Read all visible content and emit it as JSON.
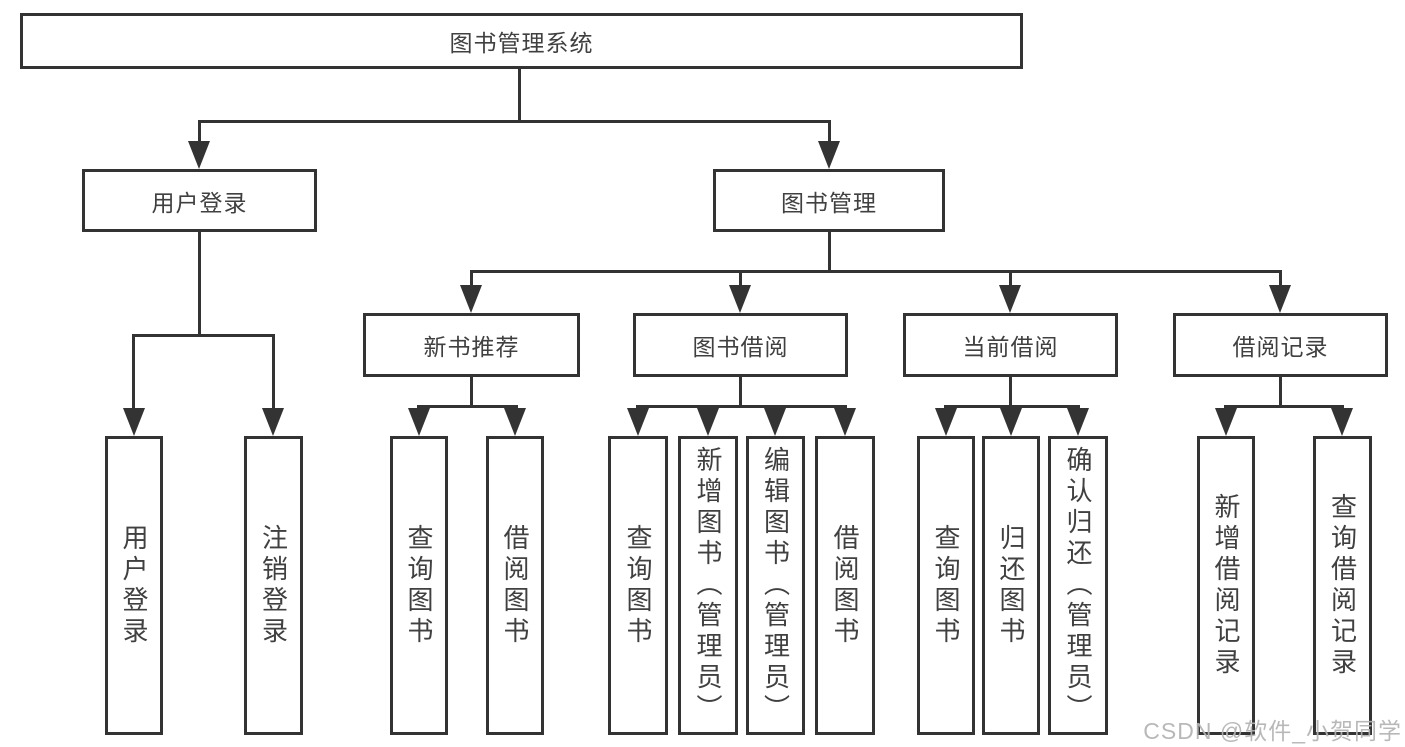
{
  "nodes": {
    "root": "图书管理系统",
    "user_login": "用户登录",
    "book_mgmt": "图书管理",
    "new_books": "新书推荐",
    "book_borrow": "图书借阅",
    "current_borrow": "当前借阅",
    "borrow_records": "借阅记录",
    "leaf_user_login": "用户登录",
    "leaf_logout": "注销登录",
    "leaf_nb_query": "查询图书",
    "leaf_nb_borrow": "借阅图书",
    "leaf_bb_query": "查询图书",
    "leaf_bb_add": "新增图书（管理员）",
    "leaf_bb_edit": "编辑图书（管理员）",
    "leaf_bb_borrow": "借阅图书",
    "leaf_cb_query": "查询图书",
    "leaf_cb_return": "归还图书",
    "leaf_cb_confirm": "确认归还（管理员）",
    "leaf_br_add": "新增借阅记录",
    "leaf_br_query": "查询借阅记录"
  },
  "structure": {
    "图书管理系统": {
      "用户登录": [
        "用户登录",
        "注销登录"
      ],
      "图书管理": {
        "新书推荐": [
          "查询图书",
          "借阅图书"
        ],
        "图书借阅": [
          "查询图书",
          "新增图书（管理员）",
          "编辑图书（管理员）",
          "借阅图书"
        ],
        "当前借阅": [
          "查询图书",
          "归还图书",
          "确认归还（管理员）"
        ],
        "借阅记录": [
          "新增借阅记录",
          "查询借阅记录"
        ]
      }
    }
  },
  "watermark": "CSDN @软件_小贺同学",
  "colors": {
    "line": "#333333",
    "text": "#404040",
    "watermark_text": "#b3b3b3",
    "background": "#ffffff"
  }
}
